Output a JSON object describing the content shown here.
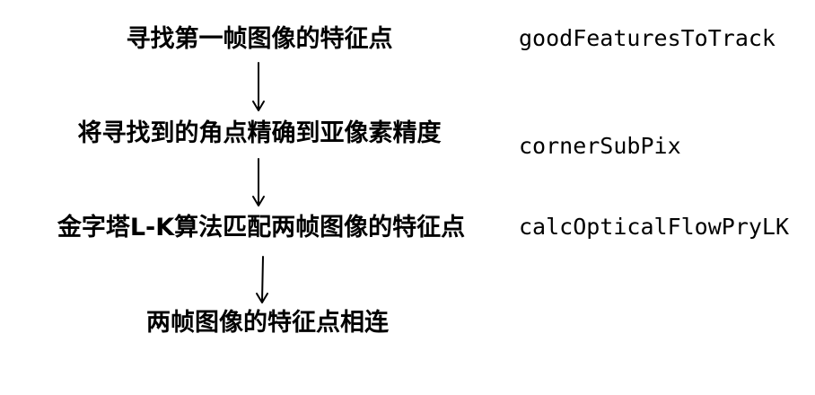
{
  "steps": [
    "寻找第一帧图像的特征点",
    "将寻找到的角点精确到亚像素精度",
    "金字塔L-K算法匹配两帧图像的特征点",
    "两帧图像的特征点相连"
  ],
  "functions": [
    "goodFeaturesToTrack",
    "cornerSubPix",
    "calcOpticalFlowPryLK"
  ]
}
